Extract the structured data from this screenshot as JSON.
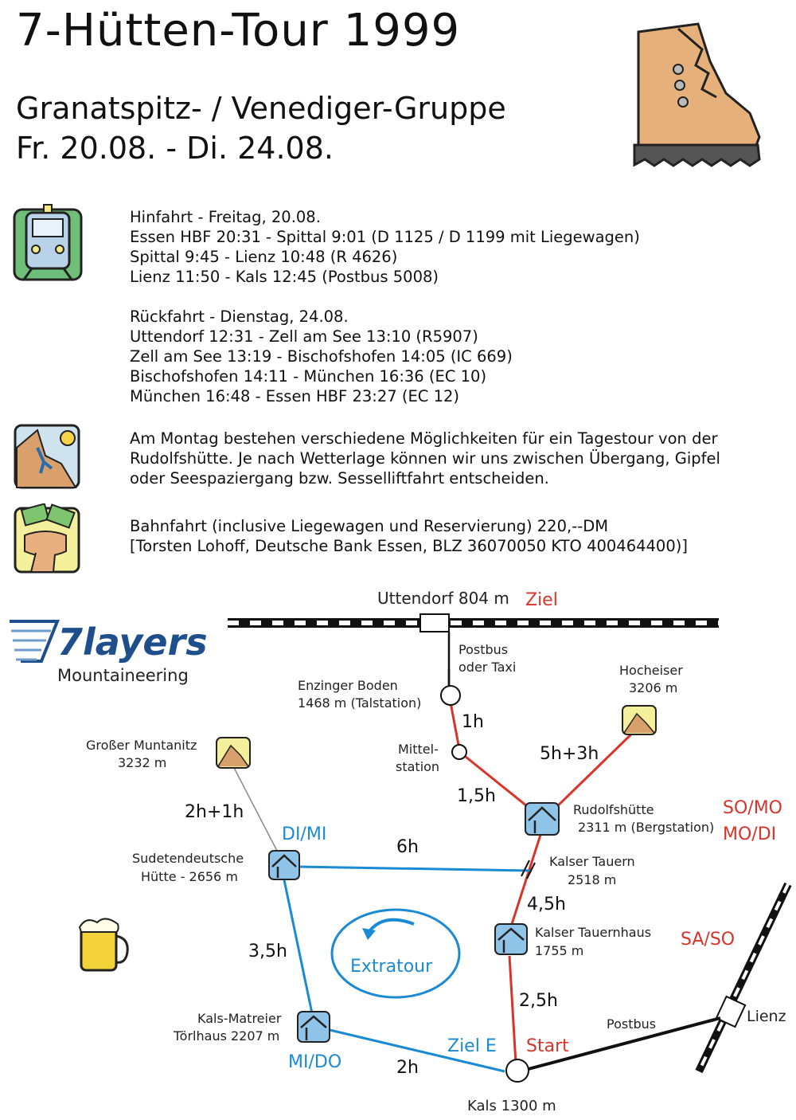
{
  "header": {
    "title": "7-Hütten-Tour 1999",
    "subtitle": "Granatspitz- / Venediger-Gruppe",
    "dates": "Fr. 20.08. - Di. 24.08."
  },
  "travel": {
    "outbound": [
      "Hinfahrt - Freitag, 20.08.",
      "Essen HBF 20:31 - Spittal 9:01  (D 1125 / D 1199 mit Liegewagen)",
      "Spittal 9:45 - Lienz 10:48  (R 4626)",
      "Lienz 11:50 - Kals 12:45 (Postbus 5008)"
    ],
    "return": [
      "Rückfahrt - Dienstag, 24.08.",
      "Uttendorf 12:31 - Zell am See 13:10  (R5907)",
      "Zell am See 13:19 - Bischofshofen 14:05  (IC 669)",
      "Bischofshofen 14:11 - München 16:36  (EC 10)",
      "München 16:48 - Essen HBF 23:27  (EC 12)"
    ]
  },
  "monday": [
    "Am Montag bestehen verschiedene Möglichkeiten für ein Tagestour von der",
    "Rudolfshütte. Je nach Wetterlage können wir uns zwischen Übergang, Gipfel",
    "oder Seespaziergang bzw. Sesselliftfahrt entscheiden."
  ],
  "cost": [
    "Bahnfahrt (inclusive Liegewagen und Reservierung) 220,--DM",
    "[Torsten Lohoff, Deutsche Bank Essen, BLZ 36070050 KTO 400464400)]"
  ],
  "logo": {
    "brand": "7layers",
    "tagline": "Mountaineering"
  },
  "map": {
    "uttendorf": "Uttendorf 804 m",
    "ziel": "Ziel",
    "postbus_taxi": [
      "Postbus",
      "oder Taxi"
    ],
    "enzinger": [
      "Enzinger Boden",
      "1468 m (Talstation)"
    ],
    "hocheiser": [
      "Hocheiser",
      "3206 m"
    ],
    "muntanitz": [
      "Großer Muntanitz",
      "3232 m"
    ],
    "mittelstation": [
      "Mittel-",
      "station"
    ],
    "rudolfshuette": [
      "Rudolfshütte",
      "2311 m (Bergstation)"
    ],
    "sudeten": [
      "Sudetendeutsche",
      "Hütte - 2656 m"
    ],
    "kalser_tauern": [
      "Kalser Tauern",
      "2518 m"
    ],
    "tauernhaus": [
      "Kalser Tauernhaus",
      "1755 m"
    ],
    "toerlhaus": [
      "Kals-Matreier",
      "Törlhaus 2207 m"
    ],
    "lienz": "Lienz",
    "postbus": "Postbus",
    "kals": "Kals 1300 m",
    "extratour": "Extratour",
    "times": {
      "t1h": "1h",
      "t5h3h": "5h+3h",
      "t15h": "1,5h",
      "t2h1h": "2h+1h",
      "t6h": "6h",
      "t45h": "4,5h",
      "t35h": "3,5h",
      "t25h": "2,5h",
      "t2h": "2h"
    },
    "days": {
      "somo": "SO/MO",
      "modi": "MO/DI",
      "dimi": "DI/MI",
      "saso": "SA/SO",
      "mido": "MI/DO",
      "ziel_e": "Ziel E",
      "start": "Start"
    }
  },
  "colors": {
    "red": "#d8342a",
    "blue": "#1a8ad4",
    "navy": "#1e4f8c",
    "boot": "#e6b07a"
  }
}
